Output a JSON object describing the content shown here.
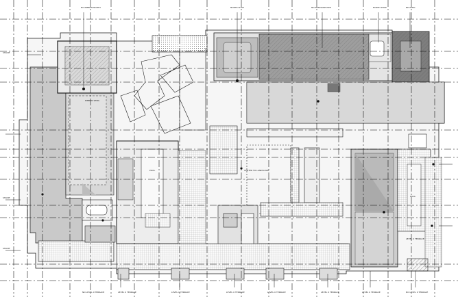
{
  "drawing": {
    "top_labels": [
      "NO RIBBON NORTH",
      "NORTH SHOP",
      "NO PRESSURE PIPE",
      "NORTH SHOP",
      "NE WING"
    ],
    "bottom_labels": [
      "NO LEVEL 0 TERRACE",
      "LEVEL 0 TERRACE",
      "LEVEL 0 TERRACE",
      "LEVEL 0 TERRACE",
      "LEVEL 0 TERRACE",
      "LEVEL 0 TERRACE",
      "LEVEL 0 TERRACE",
      "NO LEVEL 0 TERRACE"
    ],
    "room_labels": {
      "pool_left": "POOL",
      "pool_right": "POOL",
      "center_note": "CENTER TO LANDSCAPE",
      "mid_left": "RIBBON WING",
      "right_wing": "LEVEL 0 TERRACE"
    },
    "side_labels": [
      "SHADE",
      "SHADE",
      "SHADE"
    ]
  },
  "colors": {
    "line": "#1a1a1a",
    "grid": "#000000",
    "fill_dark": "#8c8c8c",
    "fill_mid": "#b4b4b4",
    "fill_light": "#dcdcdc",
    "fill_pale": "#eeeeee"
  }
}
